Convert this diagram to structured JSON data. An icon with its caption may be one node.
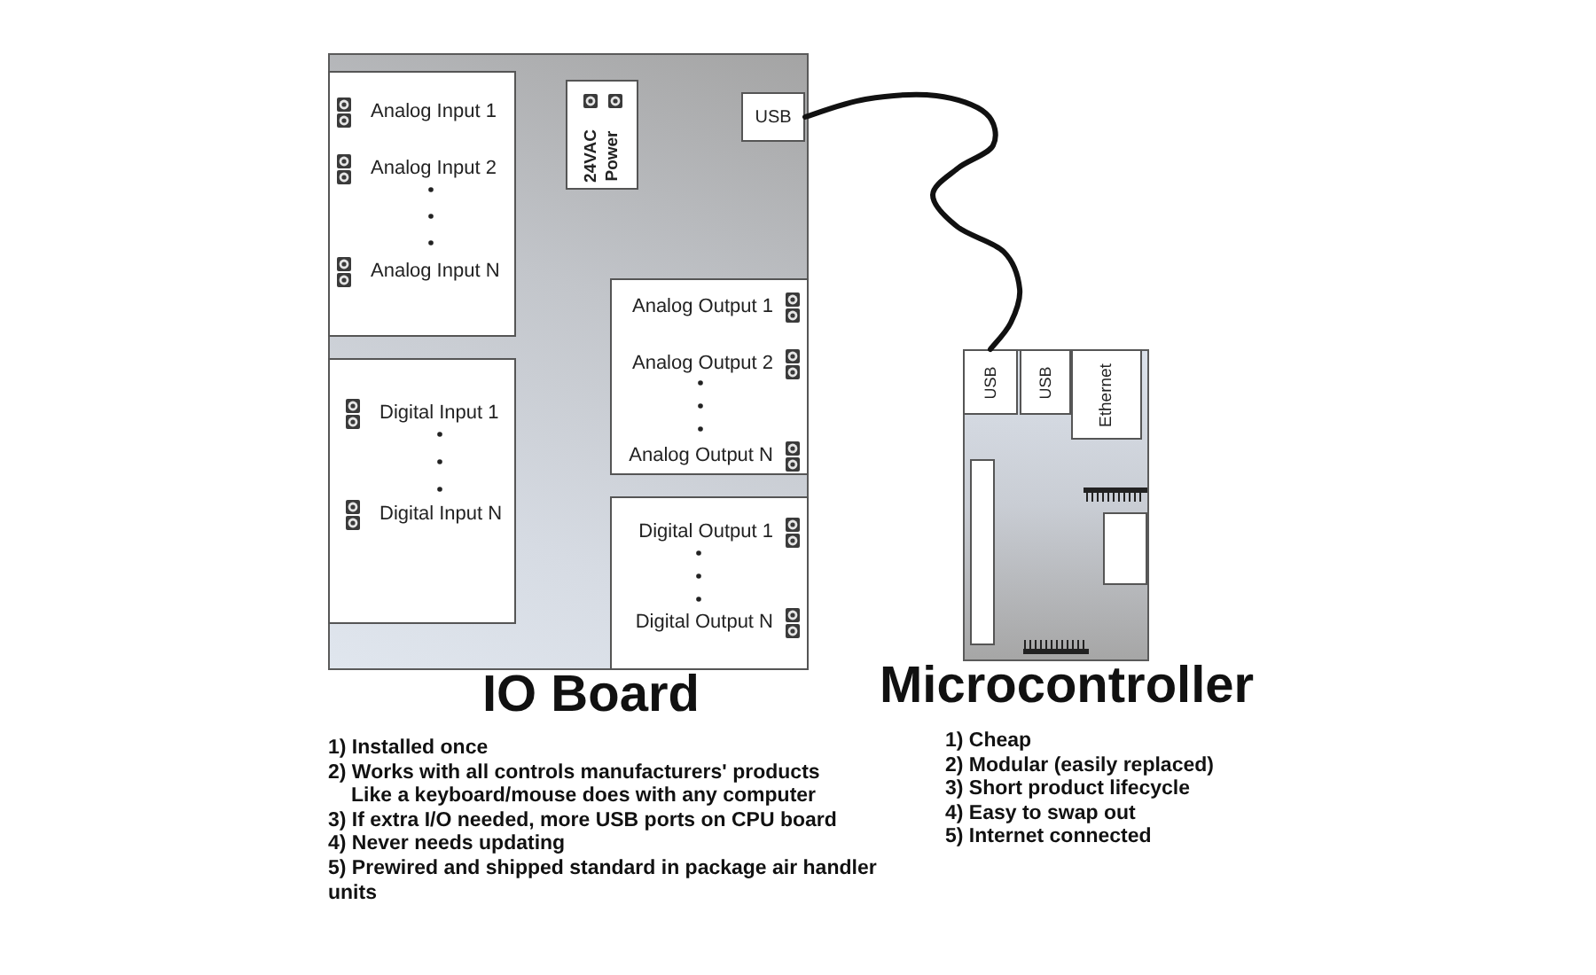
{
  "diagram": {
    "nodes": [
      {
        "text": [
          "IO Board"
        ]
      },
      {
        "text": [
          "Analog Input 1",
          "Analog Input 2",
          "Analog Input N"
        ],
        "in": 0
      },
      {
        "text": [
          "24VAC Power"
        ],
        "in": 0
      },
      {
        "text": [
          "USB"
        ],
        "in": 0
      },
      {
        "text": [
          "Analog Output 1",
          "Analog Output 2",
          "Analog Output N"
        ],
        "in": 0
      },
      {
        "text": [
          "Digital Input 1",
          "Digital Input N"
        ],
        "in": 0
      },
      {
        "text": [
          "Digital Output 1",
          "Digital Output N"
        ],
        "in": 0
      },
      {
        "text": [
          "Microcontroller"
        ]
      },
      {
        "text": [
          "USB"
        ],
        "in": 7
      },
      {
        "text": [
          "USB"
        ],
        "in": 7
      },
      {
        "text": [
          "Ethernet"
        ],
        "in": 7
      }
    ],
    "edges": [
      {
        "from": 3,
        "to": 8,
        "arrow": "none"
      }
    ],
    "labels": [
      "1) Installed once",
      "2) Works with all controls manufacturers' products Like a keyboard/mouse does with any computer",
      "3) If extra I/O needed, more USB ports on CPU board",
      "4) Never needs updating",
      "5) Prewired and shipped standard in package air handler units",
      "1) Cheap",
      "2) Modular (easily replaced)",
      "3) Short product lifecycle",
      "4) Easy to swap out",
      "5) Internet connected"
    ]
  }
}
